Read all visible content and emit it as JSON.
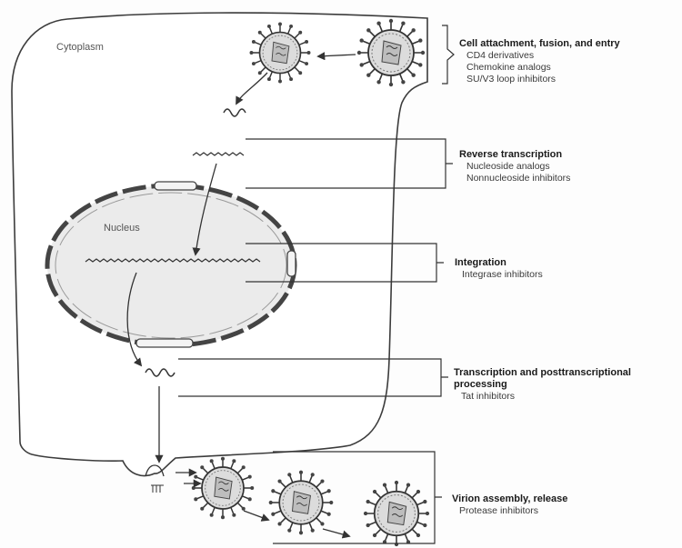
{
  "compartments": {
    "cytoplasm": "Cytoplasm",
    "nucleus": "Nucleus"
  },
  "stages": [
    {
      "title": "Cell attachment, fusion, and entry",
      "inhibitors": [
        "CD4 derivatives",
        "Chemokine analogs",
        "SU/V3 loop inhibitors"
      ]
    },
    {
      "title": "Reverse transcription",
      "inhibitors": [
        "Nucleoside analogs",
        "Nonnucleoside inhibitors"
      ]
    },
    {
      "title": "Integration",
      "inhibitors": [
        "Integrase inhibitors"
      ]
    },
    {
      "title_lines": [
        "Transcription and posttranscriptional",
        "processing"
      ],
      "inhibitors": [
        "Tat inhibitors"
      ]
    },
    {
      "title": "Virion assembly, release",
      "inhibitors": [
        "Protease inhibitors"
      ]
    }
  ],
  "colors": {
    "outline": "#3c3c3c",
    "nucleus_fill": "#ebebeb",
    "virion_fill": "#dcdcdc"
  }
}
